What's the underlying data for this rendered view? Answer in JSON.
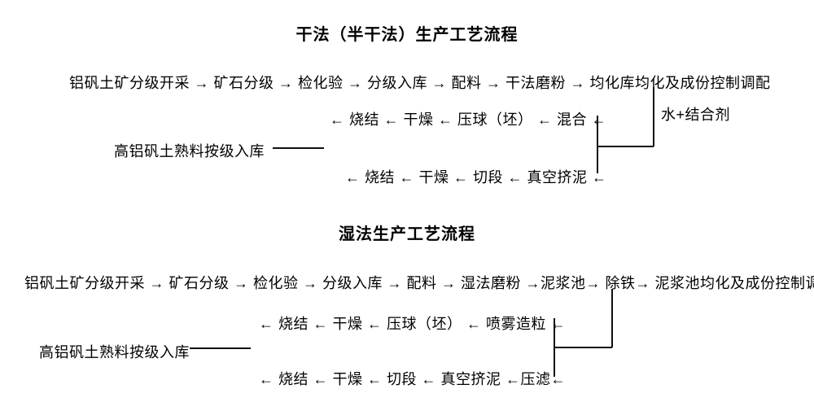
{
  "canvas": {
    "background_color": "#ffffff",
    "text_color": "#000000",
    "line_color": "#111111"
  },
  "dry_process": {
    "title": "干法（半干法）生产工艺流程",
    "main_flow": "铝矾土矿分级开采 → 矿石分级 → 检化验 → 分级入库 → 配料 → 干法磨粉 → 均化库均化及成份控制调配",
    "additive_label": "水+结合剂",
    "briquette_flow": "← 烧结 ← 干燥 ← 压球（坯） ← 混合 ←",
    "storage_label": "高铝矾土熟料按级入库",
    "extrusion_flow": "← 烧结 ← 干燥 ← 切段 ← 真空挤泥 ←"
  },
  "wet_process": {
    "title": "湿法生产工艺流程",
    "main_flow": "铝矾土矿分级开采 → 矿石分级 → 检化验 → 分级入库 → 配料 → 湿法磨粉 →泥浆池→ 除铁→ 泥浆池均化及成份控制调配",
    "briquette_flow": "← 烧结 ← 干燥 ← 压球（坯） ← 喷雾造粒 ←",
    "storage_label": "高铝矾土熟料按级入库",
    "extrusion_flow": "← 烧结 ← 干燥 ← 切段 ← 真空挤泥 ←压滤←"
  }
}
